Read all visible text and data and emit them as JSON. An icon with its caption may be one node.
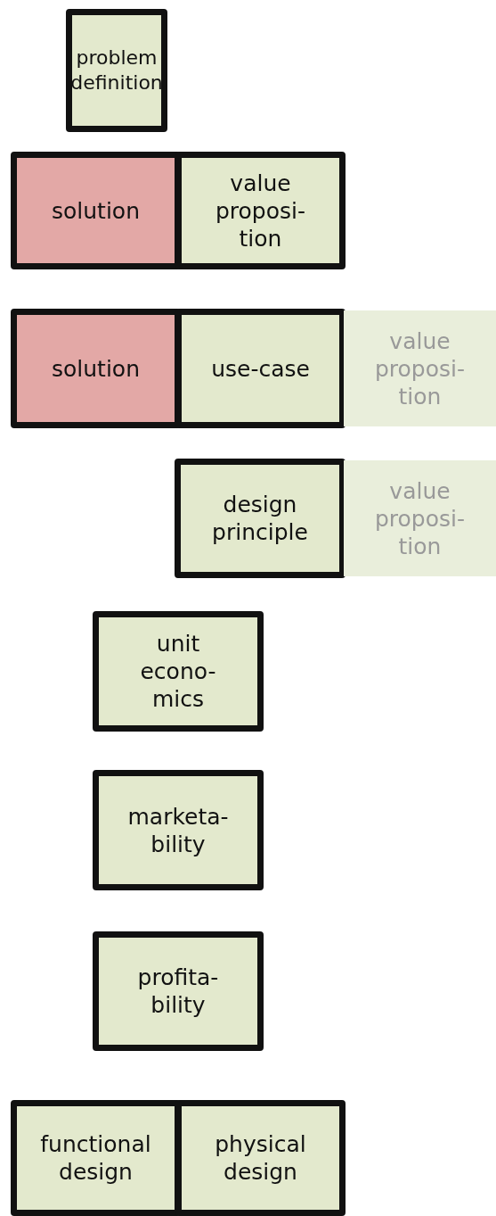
{
  "diagram": {
    "nodes": [
      {
        "text": [
          "problem definition"
        ]
      },
      {
        "text": [
          "solution"
        ]
      },
      {
        "text": [
          "value proposi-tion"
        ]
      },
      {
        "text": [
          "solution"
        ]
      },
      {
        "text": [
          "use-case"
        ]
      },
      {
        "text": [
          "value proposi-tion"
        ]
      },
      {
        "text": [
          "design principle"
        ]
      },
      {
        "text": [
          "value proposi-tion"
        ]
      },
      {
        "text": [
          "unit econo-mics"
        ]
      },
      {
        "text": [
          "marketa-bility"
        ]
      },
      {
        "text": [
          "profita-bility"
        ]
      },
      {
        "text": [
          "functional design"
        ]
      },
      {
        "text": [
          "physical design"
        ]
      }
    ]
  }
}
